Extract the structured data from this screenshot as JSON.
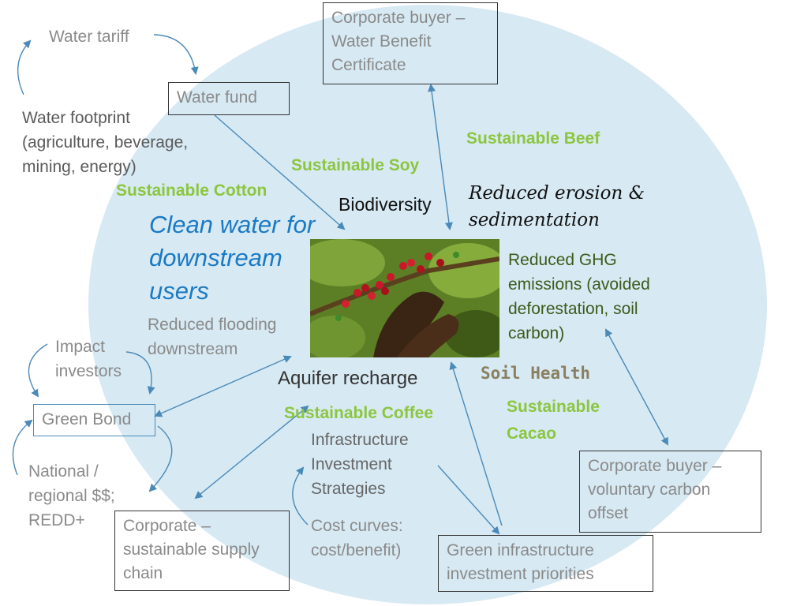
{
  "colors": {
    "circle": "#d7e9f3",
    "arrow": "#4a8ab8",
    "green": "#8cc63f",
    "blue_text": "#1a7ac4"
  },
  "center_image": {
    "description_icon": "coffee-harvest-photo"
  },
  "labels": {
    "water_tariff": "Water tariff",
    "water_footprint": "Water footprint\n(agriculture, beverage,\nmining, energy)",
    "sustainable_soy": "Sustainable Soy",
    "sustainable_beef": "Sustainable Beef",
    "sustainable_cotton": "Sustainable Cotton",
    "biodiversity": "Biodiversity",
    "reduced_erosion": "Reduced erosion &\nsedimentation",
    "clean_water": "Clean water for\ndownstream\nusers",
    "reduced_ghg": "Reduced GHG\nemissions (avoided\ndeforestation, soil\ncarbon)",
    "reduced_flooding": "Reduced flooding\ndownstream",
    "impact_investors": "Impact\ninvestors",
    "aquifer_recharge": "Aquifer recharge",
    "soil_health": "Soil Health",
    "sustainable_coffee": "Sustainable Coffee",
    "sustainable_cacao": "Sustainable\nCacao",
    "infrastructure_strategies": "Infrastructure\nInvestment\nStrategies",
    "national_regional": "National /\nregional $$;\nREDD+",
    "cost_curves": "Cost curves:\ncost/benefit)"
  },
  "boxes": {
    "corporate_buyer_wbc": "Corporate buyer –\nWater Benefit\nCertificate",
    "water_fund": "Water fund",
    "green_bond": "Green Bond",
    "corporate_supply_chain": "Corporate –\nsustainable supply\nchain",
    "green_infrastructure": "Green infrastructure\ninvestment priorities",
    "corporate_carbon_offset": "Corporate buyer –\nvoluntary carbon\noffset"
  }
}
